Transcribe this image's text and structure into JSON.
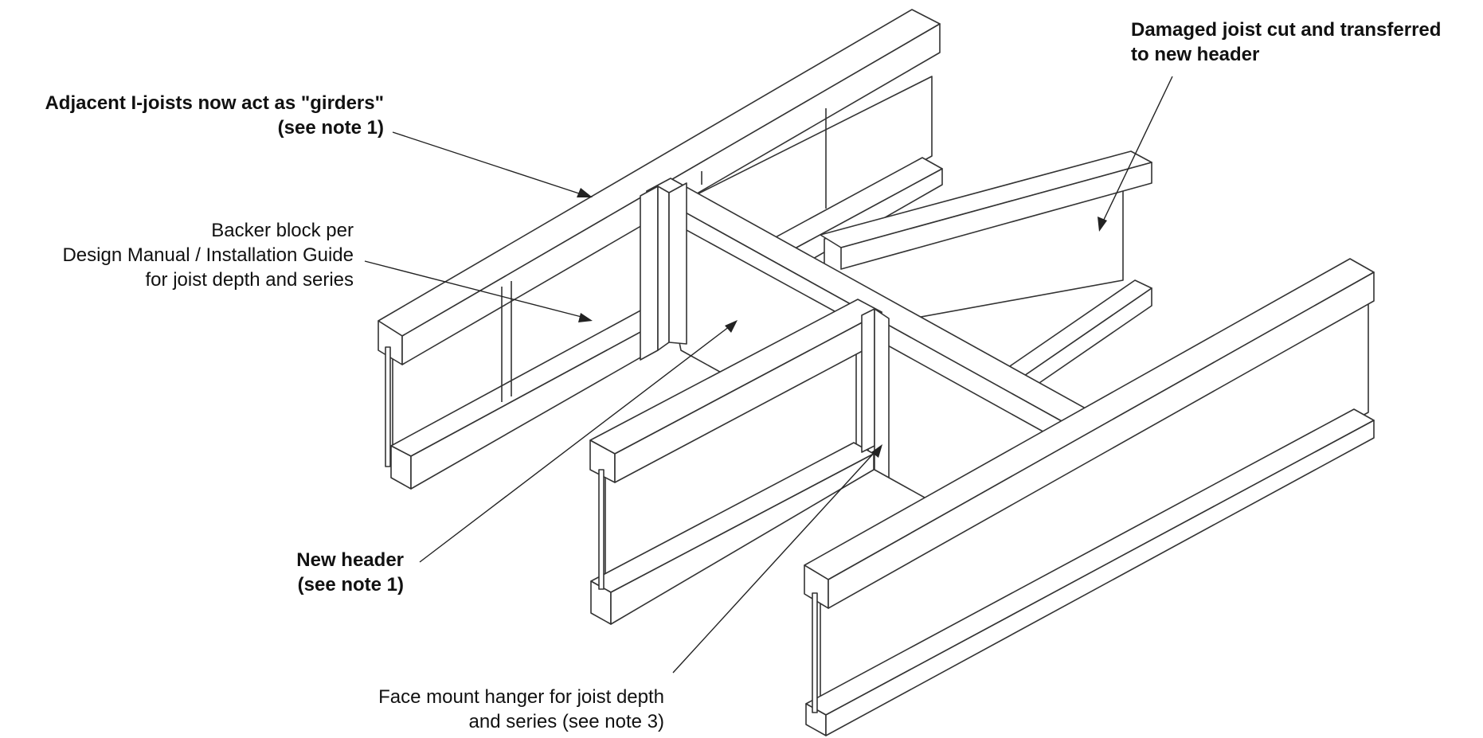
{
  "labels": {
    "girders": [
      "Adjacent I-joists now act as \"girders\"",
      "(see note 1)"
    ],
    "damaged": [
      "Damaged joist cut and transferred",
      "to new header"
    ],
    "backer": [
      "Backer block per",
      "Design Manual / Installation Guide",
      "for joist depth and series"
    ],
    "header": [
      "New header",
      "(see note 1)"
    ],
    "hanger": [
      "Face mount hanger  for joist depth",
      "and series (see note 3)"
    ]
  },
  "colors": {
    "line": "#333333",
    "text": "#111111",
    "background": "#ffffff"
  }
}
